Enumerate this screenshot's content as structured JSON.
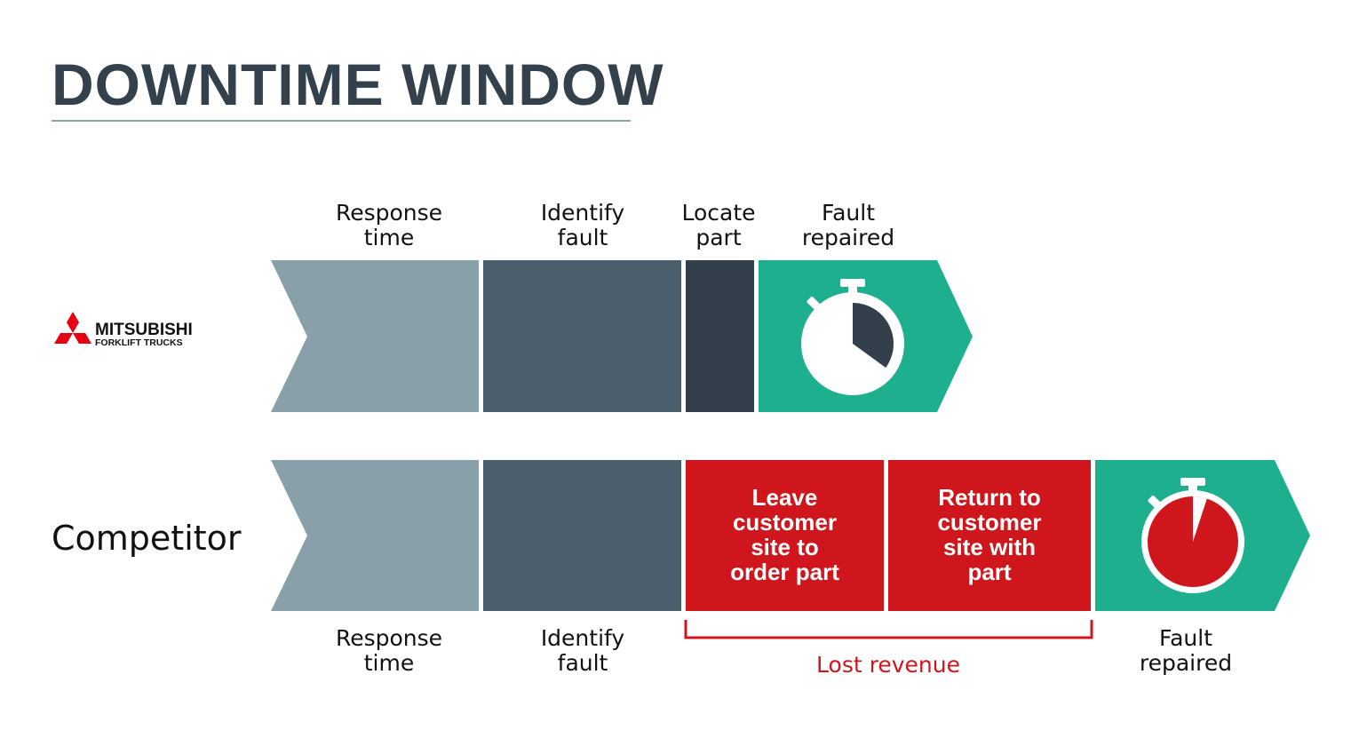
{
  "title": "DOWNTIME WINDOW",
  "colors": {
    "title": "#33414c",
    "response": "#88a0a9",
    "identify": "#4a5f6b",
    "locate": "#333f4a",
    "repaired": "#1eb08e",
    "lost": "#d0161d"
  },
  "mitsubishi_row": {
    "logo": {
      "line1": "MITSUBISHI",
      "line2": "FORKLIFT TRUCKS",
      "icon": "three-diamonds-icon"
    },
    "stages": [
      {
        "label": "Response\ntime"
      },
      {
        "label": "Identify\nfault"
      },
      {
        "label": "Locate\npart"
      },
      {
        "label": "Fault\nrepaired"
      }
    ],
    "stopwatch_fill_fraction": 0.35
  },
  "competitor_row": {
    "label": "Competitor",
    "stages": [
      {
        "label": "Response\ntime"
      },
      {
        "label": "Identify\nfault"
      },
      {
        "text": "Leave\ncustomer\nsite to\norder part"
      },
      {
        "text": "Return to\ncustomer\nsite with\npart"
      },
      {
        "label": "Fault\nrepaired"
      }
    ],
    "lost_revenue_label": "Lost revenue",
    "stopwatch_fill_fraction": 0.05
  }
}
